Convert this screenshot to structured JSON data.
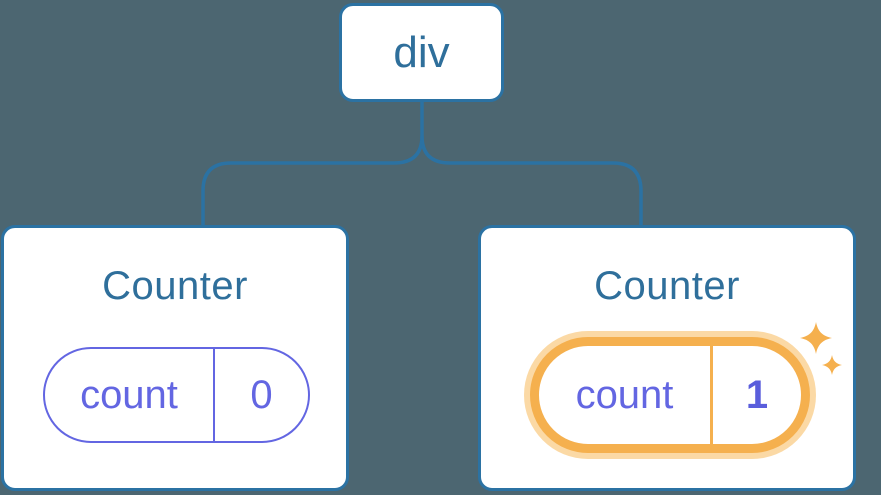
{
  "diagram": {
    "root": {
      "label": "div"
    },
    "children": [
      {
        "title": "Counter",
        "state": {
          "label": "count",
          "value": "0"
        },
        "highlighted": false
      },
      {
        "title": "Counter",
        "state": {
          "label": "count",
          "value": "1"
        },
        "highlighted": true
      }
    ]
  },
  "icons": {
    "sparkles": "sparkles-icon"
  },
  "colors": {
    "bg": "#4C6671",
    "card-bg": "#FFFFFF",
    "line-blue": "#2B72A3",
    "text-blue": "#2F6F9B",
    "purple": "#6366E2",
    "purple-bold": "#5A5EDC",
    "orange": "#F5B04E",
    "orange-halo": "#FBD9A5"
  }
}
